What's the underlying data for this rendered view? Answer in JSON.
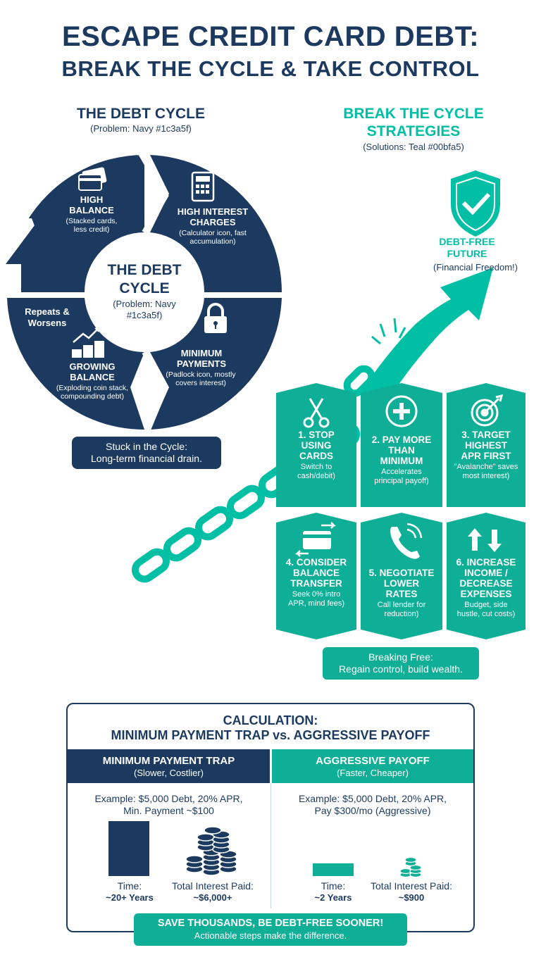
{
  "header": {
    "line1": "ESCAPE CREDIT CARD DEBT:",
    "line2": "BREAK THE CYCLE & TAKE CONTROL"
  },
  "debt_cycle": {
    "heading": "THE DEBT CYCLE",
    "subheading": "(Problem: Navy #1c3a5f)",
    "center_title_1": "THE DEBT",
    "center_title_2": "CYCLE",
    "center_sub_1": "(Problem: Navy",
    "center_sub_2": "#1c3a5f)",
    "segments": [
      {
        "label_1": "HIGH",
        "label_2": "BALANCE",
        "desc_1": "(Stacked cards,",
        "desc_2": "less credit)",
        "icon": "credit-cards-icon"
      },
      {
        "label_1": "HIGH INTEREST",
        "label_2": "CHARGES",
        "desc_1": "(Calculator icon, fast",
        "desc_2": "accumulation)",
        "icon": "calculator-icon"
      },
      {
        "label_1": "MINIMUM",
        "label_2": "PAYMENTS",
        "desc_1": "(Padlock icon, mostly",
        "desc_2": "covers interest)",
        "icon": "padlock-icon"
      },
      {
        "label_1": "GROWING",
        "label_2": "BALANCE",
        "desc_1": "(Exploding coin stack,",
        "desc_2": "compounding debt)",
        "icon": "coin-stack-icon"
      }
    ],
    "repeats_1": "Repeats &",
    "repeats_2": "Worsens",
    "stuck_1": "Stuck in the Cycle:",
    "stuck_2": "Long-term financial drain."
  },
  "strategies": {
    "heading_1": "BREAK THE CYCLE",
    "heading_2": "STRATEGIES",
    "subheading": "(Solutions: Teal #00bfa5)",
    "future_1": "DEBT-FREE",
    "future_2": "FUTURE",
    "future_sub": "(Financial Freedom!)",
    "cards": [
      {
        "t1": "1. STOP",
        "t2": "USING",
        "t3": "CARDS",
        "d1": "Switch to",
        "d2": "cash/debit)",
        "icon": "scissors-icon"
      },
      {
        "t1": "2. PAY MORE",
        "t2": "THAN",
        "t3": "MINIMUM",
        "d1": "Accelerates",
        "d2": "principal payoff)",
        "icon": "plus-icon"
      },
      {
        "t1": "3. TARGET",
        "t2": "HIGHEST",
        "t3": "APR FIRST",
        "d1": "\"Avalanche\" saves",
        "d2": "most interest)",
        "icon": "target-icon"
      },
      {
        "t1": "4. CONSIDER",
        "t2": "BALANCE",
        "t3": "TRANSFER",
        "d1": "Seek 0% intro",
        "d2": "APR, mind fees)",
        "icon": "card-transfer-icon"
      },
      {
        "t1": "5. NEGOTIATE",
        "t2": "LOWER",
        "t3": "RATES",
        "d1": "Call lender for",
        "d2": "reduction)",
        "icon": "phone-icon"
      },
      {
        "t1": "6. INCREASE",
        "t2": "INCOME /",
        "t3": "DECREASE",
        "t4": "EXPENSES",
        "d1": "Budget, side",
        "d2": "hustle, cut costs)",
        "icon": "up-down-arrows-icon"
      }
    ],
    "breaking_1": "Breaking Free:",
    "breaking_2": "Regain control, build wealth."
  },
  "calculation": {
    "title_1": "CALCULATION:",
    "title_2": "MINIMUM PAYMENT TRAP vs. AGGRESSIVE PAYOFF",
    "left": {
      "head": "MINIMUM PAYMENT TRAP",
      "sub": "(Slower, Costlier)",
      "example_1": "Example: $5,000 Debt, 20% APR,",
      "example_2": "Min. Payment ~$100",
      "time_label": "Time:",
      "time_value": "~20+ Years",
      "interest_label": "Total Interest Paid:",
      "interest_value": "~$6,000+",
      "time_fraction": 1.0
    },
    "right": {
      "head": "AGGRESSIVE PAYOFF",
      "sub": "(Faster, Cheaper)",
      "example_1": "Example: $5,000 Debt, 20% APR,",
      "example_2": "Pay $300/mo (Aggressive)",
      "time_label": "Time:",
      "time_value": "~2 Years",
      "interest_label": "Total Interest Paid:",
      "interest_value": "~$900",
      "time_fraction": 0.1
    },
    "banner_1": "SAVE THOUSANDS, BE DEBT-FREE SOONER!",
    "banner_2": "Actionable steps make the difference."
  },
  "colors": {
    "navy": "#1c3a5f",
    "teal": "#00bfa5"
  }
}
